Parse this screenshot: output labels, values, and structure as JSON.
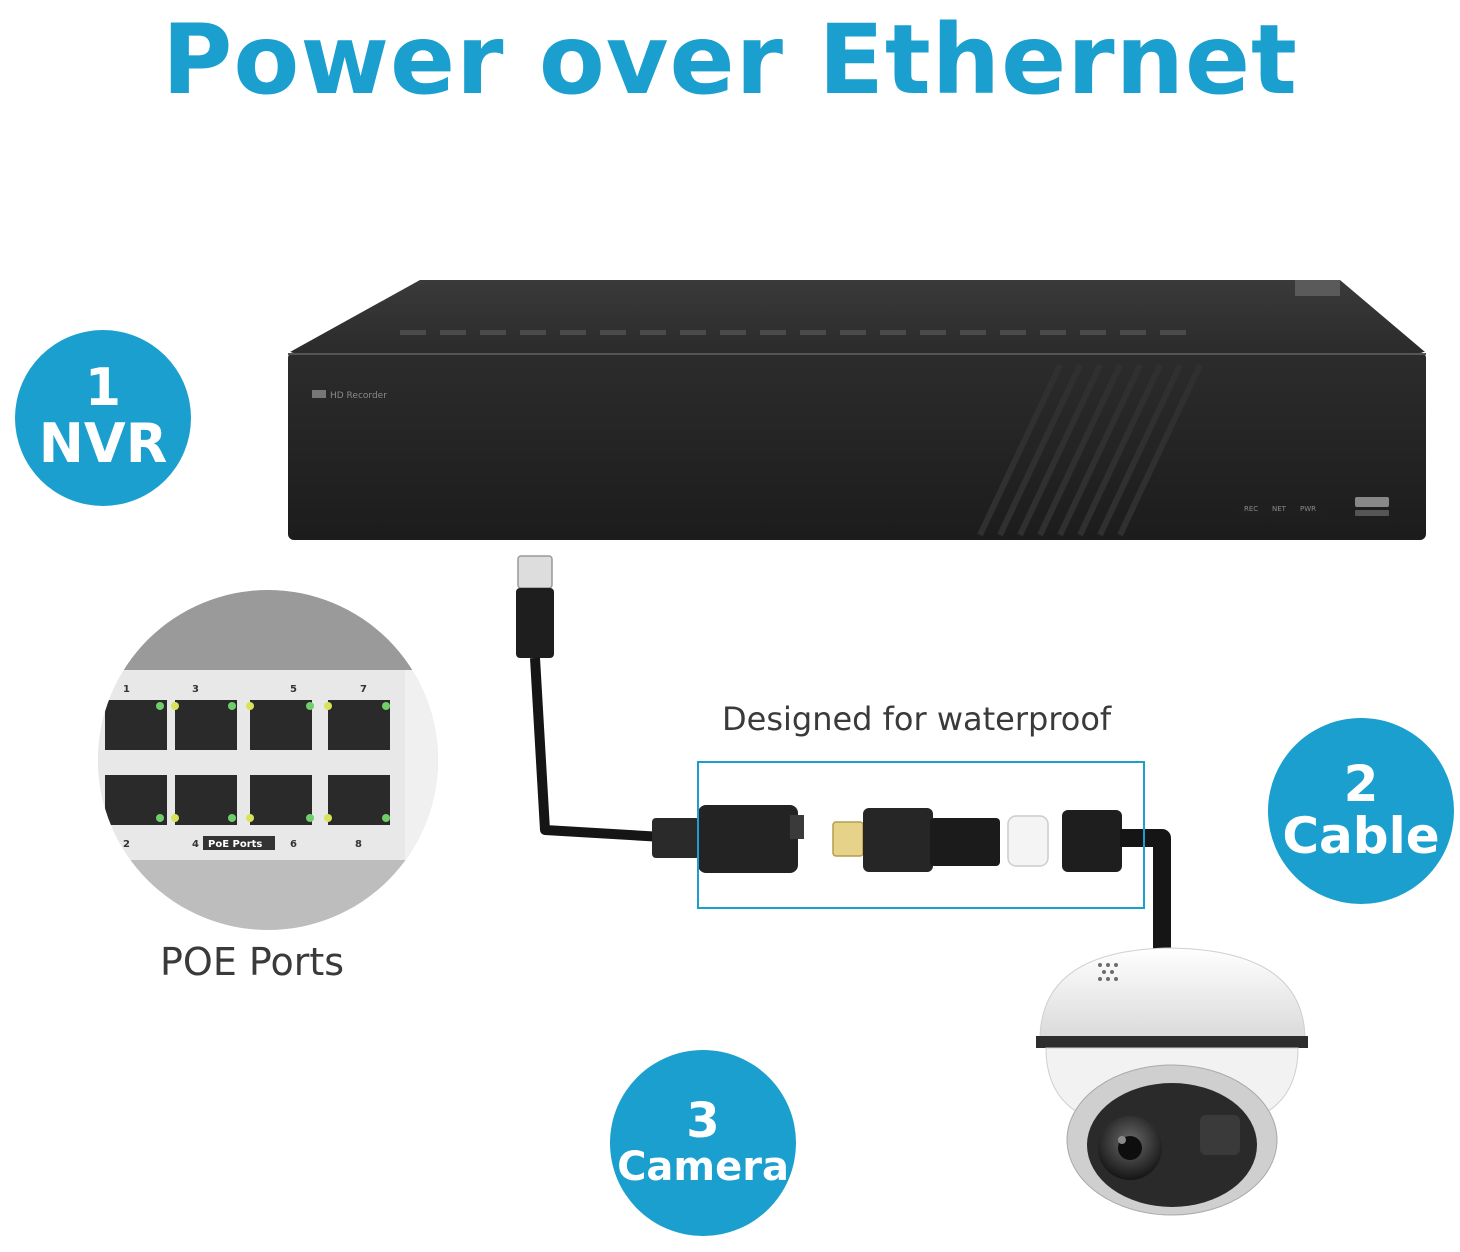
{
  "title": "Power over Ethernet",
  "badges": {
    "nvr": {
      "number": "1",
      "label": "NVR"
    },
    "cable": {
      "number": "2",
      "label": "Cable"
    },
    "camera": {
      "number": "3",
      "label": "Camera"
    }
  },
  "captions": {
    "poe_ports": "POE Ports",
    "waterproof": "Designed for waterproof"
  },
  "nvr_device": {
    "brand_label": "HD Recorder",
    "leds": [
      "REC",
      "NET",
      "PWR"
    ]
  },
  "switch_closeup": {
    "top_port_numbers": [
      "1",
      "3",
      "5",
      "7"
    ],
    "bottom_port_numbers": [
      "2",
      "4",
      "6",
      "8"
    ],
    "ports_label": "PoE Ports"
  },
  "colors": {
    "accent": "#1a9fcf",
    "device": "#2a2a2a"
  }
}
